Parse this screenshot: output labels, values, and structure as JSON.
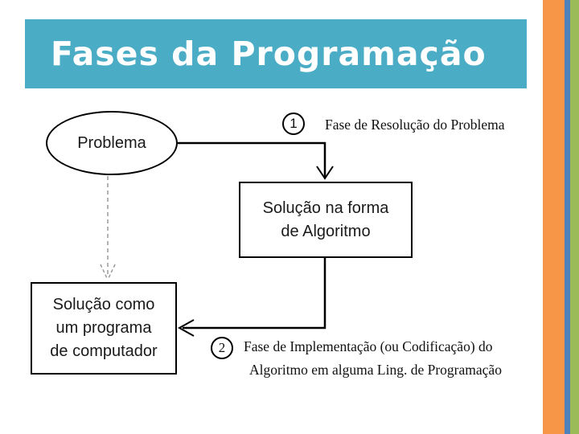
{
  "slide": {
    "title": "Fases da Programação"
  },
  "diagram": {
    "problem_node": {
      "label": "Problema"
    },
    "algorithm_node": {
      "lines": [
        "Solução na forma",
        "de Algoritmo"
      ]
    },
    "program_node": {
      "lines": [
        "Solução como",
        "um programa",
        "de computador"
      ]
    },
    "phase1": {
      "number": "1",
      "label": "Fase de Resolução do Problema"
    },
    "phase2": {
      "number": "2",
      "label_lines": [
        "Fase de Implementação (ou Codificação) do",
        "Algoritmo em alguma Ling. de Programação"
      ]
    }
  },
  "colors": {
    "title_bar": "#4BACC6",
    "stripe_orange": "#F79646",
    "stripe_blue": "#4F81BD",
    "stripe_green": "#9BBB59",
    "connector": "#000000",
    "dashed_connector": "#9a9a9a"
  }
}
